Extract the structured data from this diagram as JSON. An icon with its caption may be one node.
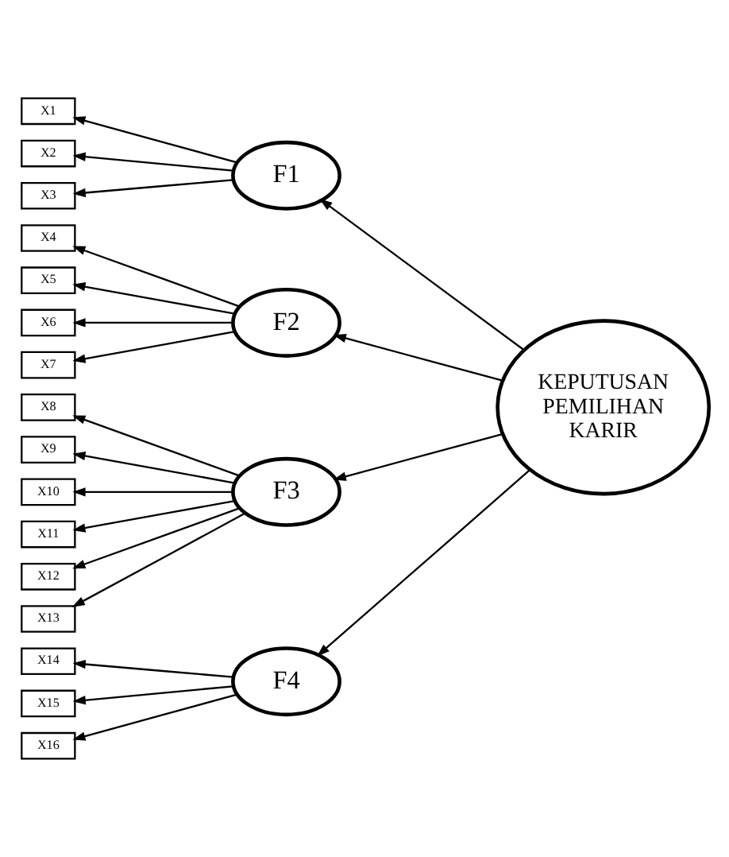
{
  "diagram": {
    "nodes": [
      {
        "text": [
          "KEPUTUSAN PEMILIHAN KARIR"
        ]
      },
      {
        "text": [
          "F1"
        ]
      },
      {
        "text": [
          "X1"
        ]
      },
      {
        "text": [
          "X2"
        ]
      },
      {
        "text": [
          "X3"
        ]
      },
      {
        "text": [
          "F2"
        ]
      },
      {
        "text": [
          "X4"
        ]
      },
      {
        "text": [
          "X5"
        ]
      },
      {
        "text": [
          "X6"
        ]
      },
      {
        "text": [
          "X7"
        ]
      },
      {
        "text": [
          "F3"
        ]
      },
      {
        "text": [
          "X8"
        ]
      },
      {
        "text": [
          "X9"
        ]
      },
      {
        "text": [
          "X10"
        ]
      },
      {
        "text": [
          "X11"
        ]
      },
      {
        "text": [
          "X12"
        ]
      },
      {
        "text": [
          "X13"
        ]
      },
      {
        "text": [
          "F4"
        ]
      },
      {
        "text": [
          "X14"
        ]
      },
      {
        "text": [
          "X15"
        ]
      },
      {
        "text": [
          "X16"
        ]
      }
    ],
    "edges": [
      {
        "from": 0,
        "to": 1,
        "arrow": "to"
      },
      {
        "from": 0,
        "to": 5,
        "arrow": "to"
      },
      {
        "from": 0,
        "to": 10,
        "arrow": "to"
      },
      {
        "from": 0,
        "to": 17,
        "arrow": "to"
      },
      {
        "from": 1,
        "to": 2,
        "arrow": "to"
      },
      {
        "from": 1,
        "to": 3,
        "arrow": "to"
      },
      {
        "from": 1,
        "to": 4,
        "arrow": "to"
      },
      {
        "from": 5,
        "to": 6,
        "arrow": "to"
      },
      {
        "from": 5,
        "to": 7,
        "arrow": "to"
      },
      {
        "from": 5,
        "to": 8,
        "arrow": "to"
      },
      {
        "from": 5,
        "to": 9,
        "arrow": "to"
      },
      {
        "from": 10,
        "to": 11,
        "arrow": "to"
      },
      {
        "from": 10,
        "to": 12,
        "arrow": "to"
      },
      {
        "from": 10,
        "to": 13,
        "arrow": "to"
      },
      {
        "from": 10,
        "to": 14,
        "arrow": "to"
      },
      {
        "from": 10,
        "to": 15,
        "arrow": "to"
      },
      {
        "from": 10,
        "to": 16,
        "arrow": "to"
      },
      {
        "from": 17,
        "to": 18,
        "arrow": "to"
      },
      {
        "from": 17,
        "to": 19,
        "arrow": "to"
      },
      {
        "from": 17,
        "to": 20,
        "arrow": "to"
      }
    ]
  }
}
